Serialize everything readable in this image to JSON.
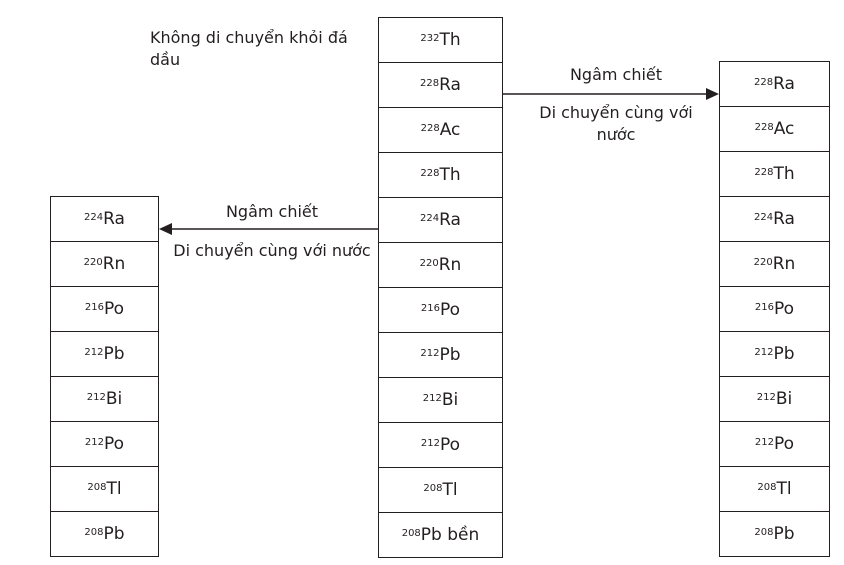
{
  "note": "Không di chuyển khỏi đá dầu",
  "center_column": [
    {
      "mass": "232",
      "symbol": "Th"
    },
    {
      "mass": "228",
      "symbol": "Ra"
    },
    {
      "mass": "228",
      "symbol": "Ac"
    },
    {
      "mass": "228",
      "symbol": "Th"
    },
    {
      "mass": "224",
      "symbol": "Ra"
    },
    {
      "mass": "220",
      "symbol": "Rn"
    },
    {
      "mass": "216",
      "symbol": "Po"
    },
    {
      "mass": "212",
      "symbol": "Pb"
    },
    {
      "mass": "212",
      "symbol": "Bi"
    },
    {
      "mass": "212",
      "symbol": "Po"
    },
    {
      "mass": "208",
      "symbol": "Tl"
    },
    {
      "mass": "208",
      "symbol": "Pb bền"
    }
  ],
  "left_column": [
    {
      "mass": "224",
      "symbol": "Ra"
    },
    {
      "mass": "220",
      "symbol": "Rn"
    },
    {
      "mass": "216",
      "symbol": "Po"
    },
    {
      "mass": "212",
      "symbol": "Pb"
    },
    {
      "mass": "212",
      "symbol": "Bi"
    },
    {
      "mass": "212",
      "symbol": "Po"
    },
    {
      "mass": "208",
      "symbol": "Tl"
    },
    {
      "mass": "208",
      "symbol": "Pb"
    }
  ],
  "right_column": [
    {
      "mass": "228",
      "symbol": "Ra"
    },
    {
      "mass": "228",
      "symbol": "Ac"
    },
    {
      "mass": "228",
      "symbol": "Th"
    },
    {
      "mass": "224",
      "symbol": "Ra"
    },
    {
      "mass": "220",
      "symbol": "Rn"
    },
    {
      "mass": "216",
      "symbol": "Po"
    },
    {
      "mass": "212",
      "symbol": "Pb"
    },
    {
      "mass": "212",
      "symbol": "Bi"
    },
    {
      "mass": "212",
      "symbol": "Po"
    },
    {
      "mass": "208",
      "symbol": "Tl"
    },
    {
      "mass": "208",
      "symbol": "Pb"
    }
  ],
  "right_arrow": {
    "top_label": "Ngâm chiết",
    "bottom_label": "Di chuyển cùng với nước"
  },
  "left_arrow": {
    "top_label": "Ngâm chiết",
    "bottom_label": "Di chuyển cùng với nước"
  },
  "colors": {
    "line": "#231f20",
    "text": "#231f20"
  }
}
